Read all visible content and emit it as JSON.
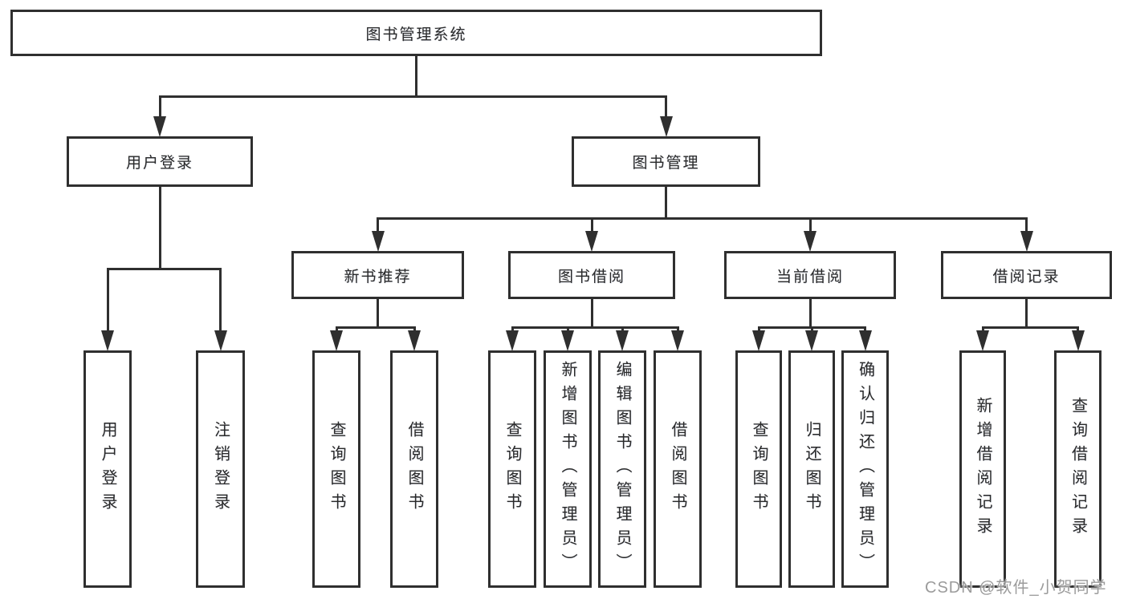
{
  "diagram_title": "图书管理系统",
  "colors": {
    "line": "#2f2f2f",
    "box_border": "#2f2f2f",
    "text": "#2a2a2a",
    "background": "#ffffff",
    "watermark": "#9b9b9b"
  },
  "tree": {
    "id": "library-system",
    "label": "图书管理系统",
    "children": [
      {
        "id": "user-login",
        "label": "用户登录",
        "children": [
          {
            "id": "login-user",
            "label": "用户登录"
          },
          {
            "id": "login-logout",
            "label": "注销登录"
          }
        ]
      },
      {
        "id": "book-management",
        "label": "图书管理",
        "children": [
          {
            "id": "new-book-recommend",
            "label": "新书推荐",
            "children": [
              {
                "id": "recommend-query-book",
                "label": "查询图书"
              },
              {
                "id": "recommend-borrow-book",
                "label": "借阅图书"
              }
            ]
          },
          {
            "id": "book-borrow",
            "label": "图书借阅",
            "children": [
              {
                "id": "borrow-query-book",
                "label": "查询图书"
              },
              {
                "id": "borrow-add-book",
                "label": "新增图书（管理员）"
              },
              {
                "id": "borrow-edit-book",
                "label": "编辑图书（管理员）"
              },
              {
                "id": "borrow-borrow-book",
                "label": "借阅图书"
              }
            ]
          },
          {
            "id": "current-borrow",
            "label": "当前借阅",
            "children": [
              {
                "id": "current-query-book",
                "label": "查询图书"
              },
              {
                "id": "current-return-book",
                "label": "归还图书"
              },
              {
                "id": "current-confirm-return",
                "label": "确认归还（管理员）"
              }
            ]
          },
          {
            "id": "borrow-record",
            "label": "借阅记录",
            "children": [
              {
                "id": "record-add",
                "label": "新增借阅记录"
              },
              {
                "id": "record-query",
                "label": "查询借阅记录"
              }
            ]
          }
        ]
      }
    ]
  },
  "watermark": {
    "text": "CSDN @软件_小贺同学"
  }
}
